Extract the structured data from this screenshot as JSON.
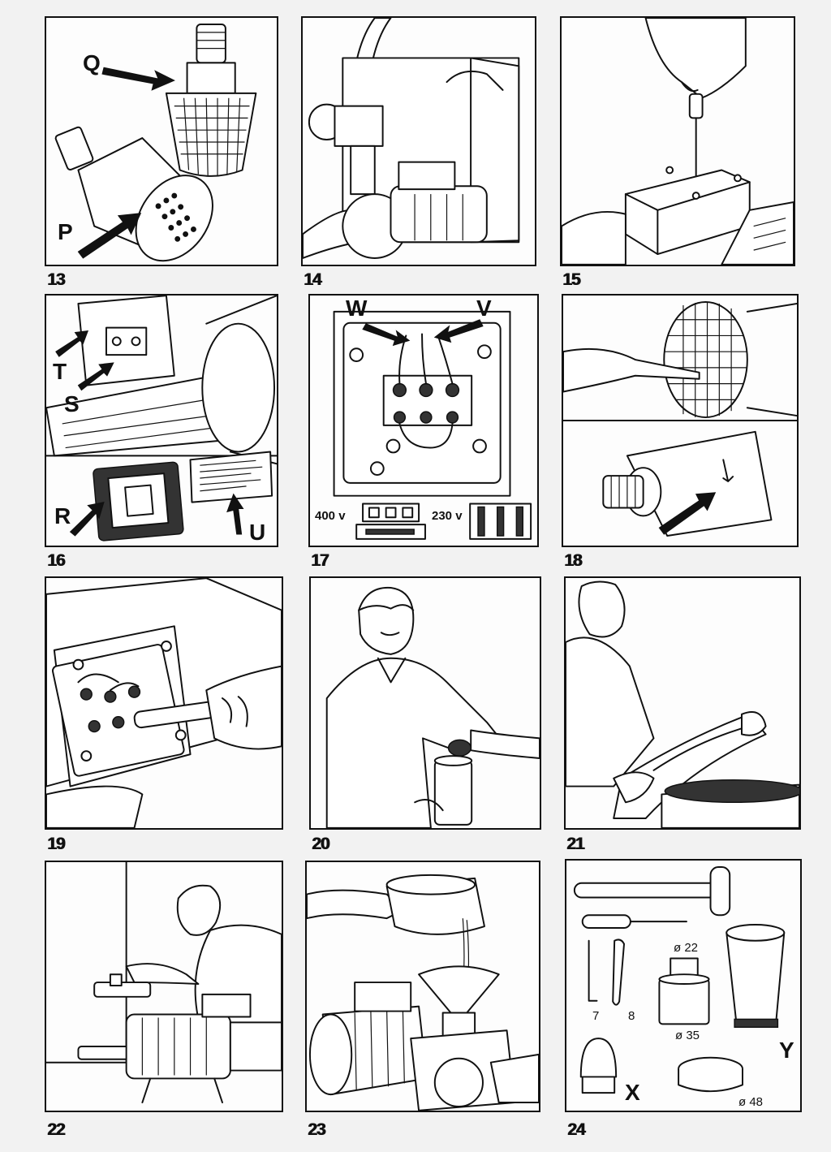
{
  "figures": [
    {
      "number": "13",
      "callouts": [
        "Q",
        "P"
      ]
    },
    {
      "number": "14",
      "callouts": []
    },
    {
      "number": "15",
      "callouts": []
    },
    {
      "number": "16",
      "callouts": [
        "T",
        "S",
        "R",
        "U"
      ]
    },
    {
      "number": "17",
      "callouts": [
        "W",
        "V"
      ],
      "voltage_labels": [
        "400 v",
        "230 v"
      ]
    },
    {
      "number": "18",
      "callouts": []
    },
    {
      "number": "19",
      "callouts": []
    },
    {
      "number": "20",
      "callouts": []
    },
    {
      "number": "21",
      "callouts": []
    },
    {
      "number": "22",
      "callouts": []
    },
    {
      "number": "23",
      "callouts": []
    },
    {
      "number": "24",
      "callouts": [
        "X",
        "Y"
      ],
      "tool_labels": [
        "7",
        "8",
        "ø 22",
        "ø 35",
        "ø 48"
      ]
    }
  ]
}
